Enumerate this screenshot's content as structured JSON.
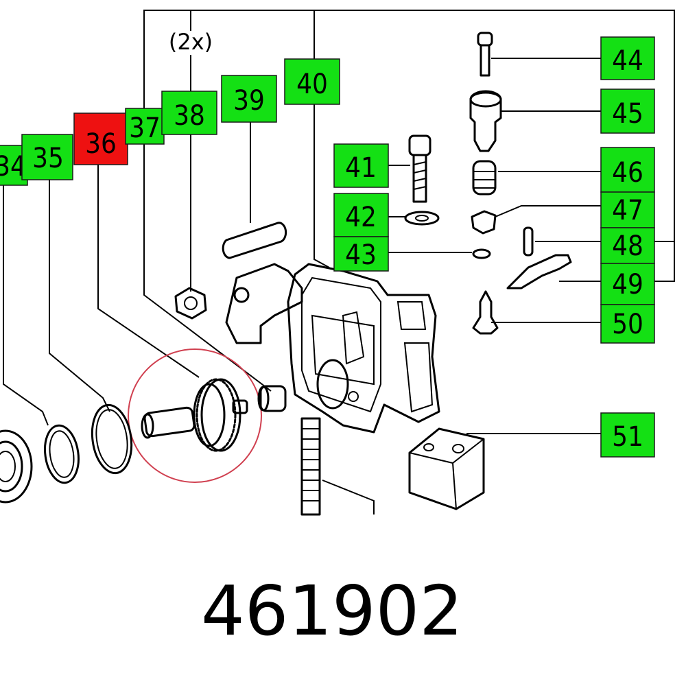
{
  "diagram": {
    "note": "(2x)",
    "part_number": "461902",
    "colors": {
      "label_fill": "#14e014",
      "highlight_fill": "#ee1111",
      "highlight_ring": "#d04050"
    },
    "labels": [
      {
        "id": "34",
        "text": "34"
      },
      {
        "id": "35",
        "text": "35"
      },
      {
        "id": "36",
        "text": "36",
        "highlighted": true
      },
      {
        "id": "37",
        "text": "37"
      },
      {
        "id": "38",
        "text": "38"
      },
      {
        "id": "39",
        "text": "39"
      },
      {
        "id": "40",
        "text": "40"
      },
      {
        "id": "41",
        "text": "41"
      },
      {
        "id": "42",
        "text": "42"
      },
      {
        "id": "43",
        "text": "43"
      },
      {
        "id": "44",
        "text": "44"
      },
      {
        "id": "45",
        "text": "45"
      },
      {
        "id": "46",
        "text": "46"
      },
      {
        "id": "47",
        "text": "47"
      },
      {
        "id": "48",
        "text": "48"
      },
      {
        "id": "49",
        "text": "49"
      },
      {
        "id": "50",
        "text": "50"
      },
      {
        "id": "51",
        "text": "51"
      }
    ]
  }
}
